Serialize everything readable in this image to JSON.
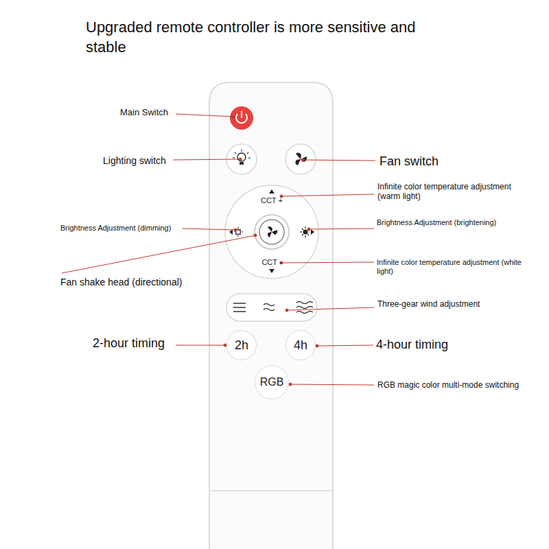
{
  "diagram": {
    "title": "Upgraded remote controller is more sensitive and stable",
    "nodes": [
      {
        "text": [
          "CCT +",
          "CCT -"
        ]
      },
      {
        "text": [
          "2h"
        ]
      },
      {
        "text": [
          "4h"
        ]
      },
      {
        "text": [
          "RGB"
        ]
      }
    ],
    "labels": [
      "Main Switch",
      "Lighting switch",
      "Fan switch",
      "Infinite color temperature adjustment (warm light)",
      "Brightness Adjustment (dimming)",
      "Brightness Adjustment (brightening)",
      "Fan shake head (directional)",
      "Infinite color temperature adjustment (white light)",
      "Three-gear wind adjustment",
      "2-hour timing",
      "4-hour timing",
      "RGB magic color multi-mode switching"
    ]
  }
}
